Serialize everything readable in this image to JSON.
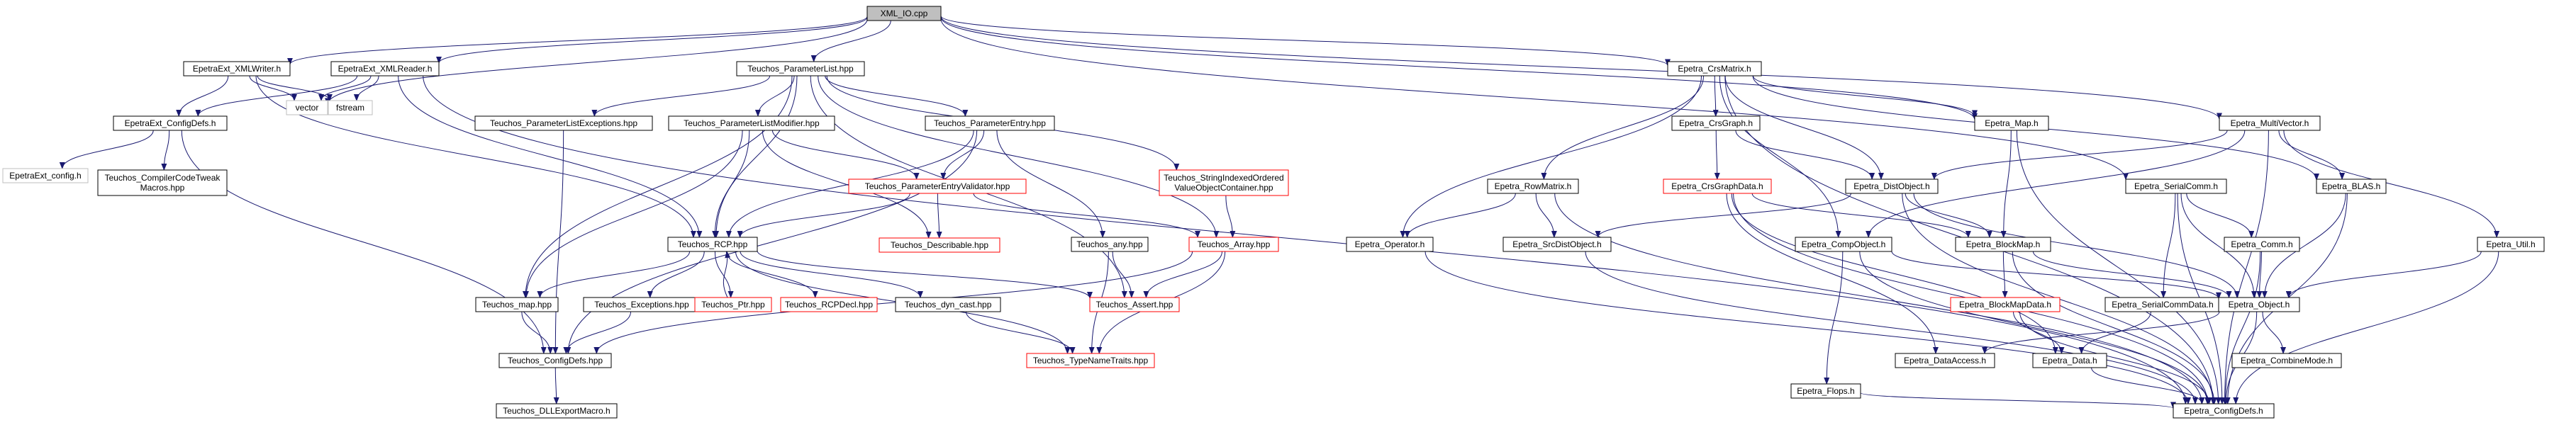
{
  "title": "XML_IO.cpp",
  "colors": {
    "root_fill": "#bfbfbf",
    "black_border": "#000000",
    "red_border": "#ff0000",
    "grey_border": "#bfbfbf",
    "edge": "#191970",
    "text": "#000000"
  },
  "nodes": [
    {
      "id": "xml_io",
      "lines": [
        "XML_IO.cpp"
      ],
      "style": "root"
    },
    {
      "id": "xmlwriter",
      "lines": [
        "EpetraExt_XMLWriter.h"
      ],
      "style": "black"
    },
    {
      "id": "xmlreader",
      "lines": [
        "EpetraExt_XMLReader.h"
      ],
      "style": "black"
    },
    {
      "id": "vector",
      "lines": [
        "vector"
      ],
      "style": "grey"
    },
    {
      "id": "fstream",
      "lines": [
        "fstream"
      ],
      "style": "grey"
    },
    {
      "id": "ext_configdefs",
      "lines": [
        "EpetraExt_ConfigDefs.h"
      ],
      "style": "black"
    },
    {
      "id": "ext_config",
      "lines": [
        "EpetraExt_config.h"
      ],
      "style": "grey"
    },
    {
      "id": "compilertweak",
      "lines": [
        "Teuchos_CompilerCodeTweak",
        "Macros.hpp"
      ],
      "style": "black"
    },
    {
      "id": "paramlist",
      "lines": [
        "Teuchos_ParameterList.hpp"
      ],
      "style": "black"
    },
    {
      "id": "paramlistexc",
      "lines": [
        "Teuchos_ParameterListExceptions.hpp"
      ],
      "style": "black"
    },
    {
      "id": "paramlistmod",
      "lines": [
        "Teuchos_ParameterListModifier.hpp"
      ],
      "style": "black"
    },
    {
      "id": "paramentry",
      "lines": [
        "Teuchos_ParameterEntry.hpp"
      ],
      "style": "black"
    },
    {
      "id": "strindexed",
      "lines": [
        "Teuchos_StringIndexedOrdered",
        "ValueObjectContainer.hpp"
      ],
      "style": "red"
    },
    {
      "id": "entryvalidator",
      "lines": [
        "Teuchos_ParameterEntryValidator.hpp"
      ],
      "style": "red"
    },
    {
      "id": "describable",
      "lines": [
        "Teuchos_Describable.hpp"
      ],
      "style": "red"
    },
    {
      "id": "any",
      "lines": [
        "Teuchos_any.hpp"
      ],
      "style": "black"
    },
    {
      "id": "array",
      "lines": [
        "Teuchos_Array.hpp"
      ],
      "style": "red"
    },
    {
      "id": "rcp",
      "lines": [
        "Teuchos_RCP.hpp"
      ],
      "style": "black"
    },
    {
      "id": "map",
      "lines": [
        "Teuchos_map.hpp"
      ],
      "style": "black"
    },
    {
      "id": "exceptions",
      "lines": [
        "Teuchos_Exceptions.hpp"
      ],
      "style": "black"
    },
    {
      "id": "ptr",
      "lines": [
        "Teuchos_Ptr.hpp"
      ],
      "style": "red"
    },
    {
      "id": "rcpdecl",
      "lines": [
        "Teuchos_RCPDecl.hpp"
      ],
      "style": "red"
    },
    {
      "id": "dyncast",
      "lines": [
        "Teuchos_dyn_cast.hpp"
      ],
      "style": "black"
    },
    {
      "id": "assert",
      "lines": [
        "Teuchos_Assert.hpp"
      ],
      "style": "red"
    },
    {
      "id": "teuchos_configdefs",
      "lines": [
        "Teuchos_ConfigDefs.hpp"
      ],
      "style": "black"
    },
    {
      "id": "typenametraits",
      "lines": [
        "Teuchos_TypeNameTraits.hpp"
      ],
      "style": "red"
    },
    {
      "id": "dllexport",
      "lines": [
        "Teuchos_DLLExportMacro.h"
      ],
      "style": "black"
    },
    {
      "id": "crsmatrix",
      "lines": [
        "Epetra_CrsMatrix.h"
      ],
      "style": "black"
    },
    {
      "id": "crsgraph",
      "lines": [
        "Epetra_CrsGraph.h"
      ],
      "style": "black"
    },
    {
      "id": "rowmatrix",
      "lines": [
        "Epetra_RowMatrix.h"
      ],
      "style": "black"
    },
    {
      "id": "operator",
      "lines": [
        "Epetra_Operator.h"
      ],
      "style": "black"
    },
    {
      "id": "srcdist",
      "lines": [
        "Epetra_SrcDistObject.h"
      ],
      "style": "black"
    },
    {
      "id": "crsgraphdata",
      "lines": [
        "Epetra_CrsGraphData.h"
      ],
      "style": "red"
    },
    {
      "id": "distobject",
      "lines": [
        "Epetra_DistObject.h"
      ],
      "style": "black"
    },
    {
      "id": "compobject",
      "lines": [
        "Epetra_CompObject.h"
      ],
      "style": "black"
    },
    {
      "id": "flops",
      "lines": [
        "Epetra_Flops.h"
      ],
      "style": "black"
    },
    {
      "id": "emap",
      "lines": [
        "Epetra_Map.h"
      ],
      "style": "black"
    },
    {
      "id": "blockmap",
      "lines": [
        "Epetra_BlockMap.h"
      ],
      "style": "black"
    },
    {
      "id": "blockmapdata",
      "lines": [
        "Epetra_BlockMapData.h"
      ],
      "style": "red"
    },
    {
      "id": "dataaccess",
      "lines": [
        "Epetra_DataAccess.h"
      ],
      "style": "black"
    },
    {
      "id": "data",
      "lines": [
        "Epetra_Data.h"
      ],
      "style": "black"
    },
    {
      "id": "multivector",
      "lines": [
        "Epetra_MultiVector.h"
      ],
      "style": "black"
    },
    {
      "id": "serialcomm",
      "lines": [
        "Epetra_SerialComm.h"
      ],
      "style": "black"
    },
    {
      "id": "serialcommdata",
      "lines": [
        "Epetra_SerialCommData.h"
      ],
      "style": "black"
    },
    {
      "id": "comm",
      "lines": [
        "Epetra_Comm.h"
      ],
      "style": "black"
    },
    {
      "id": "blas",
      "lines": [
        "Epetra_BLAS.h"
      ],
      "style": "black"
    },
    {
      "id": "util",
      "lines": [
        "Epetra_Util.h"
      ],
      "style": "black"
    },
    {
      "id": "object",
      "lines": [
        "Epetra_Object.h"
      ],
      "style": "black"
    },
    {
      "id": "combinemode",
      "lines": [
        "Epetra_CombineMode.h"
      ],
      "style": "black"
    },
    {
      "id": "epetra_configdefs",
      "lines": [
        "Epetra_ConfigDefs.h"
      ],
      "style": "black"
    }
  ],
  "edges": [
    [
      "xml_io",
      "xmlwriter"
    ],
    [
      "xml_io",
      "xmlreader"
    ],
    [
      "xml_io",
      "vector"
    ],
    [
      "xml_io",
      "paramlist"
    ],
    [
      "xml_io",
      "crsmatrix"
    ],
    [
      "xml_io",
      "emap"
    ],
    [
      "xml_io",
      "multivector"
    ],
    [
      "xml_io",
      "serialcomm"
    ],
    [
      "xmlwriter",
      "ext_configdefs"
    ],
    [
      "xmlwriter",
      "vector"
    ],
    [
      "xmlwriter",
      "fstream"
    ],
    [
      "xmlwriter",
      "rcp"
    ],
    [
      "xmlreader",
      "ext_configdefs"
    ],
    [
      "xmlreader",
      "vector"
    ],
    [
      "xmlreader",
      "fstream"
    ],
    [
      "xmlreader",
      "rcp"
    ],
    [
      "xmlreader",
      "epetra_configdefs"
    ],
    [
      "ext_configdefs",
      "ext_config"
    ],
    [
      "ext_configdefs",
      "compilertweak"
    ],
    [
      "ext_configdefs",
      "teuchos_configdefs"
    ],
    [
      "paramlist",
      "paramlistexc"
    ],
    [
      "paramlist",
      "paramlistmod"
    ],
    [
      "paramlist",
      "paramentry"
    ],
    [
      "paramlist",
      "strindexed"
    ],
    [
      "paramlist",
      "rcp"
    ],
    [
      "paramlist",
      "map"
    ],
    [
      "paramlist",
      "array"
    ],
    [
      "paramlist",
      "assert"
    ],
    [
      "paramlistexc",
      "teuchos_configdefs"
    ],
    [
      "paramlistmod",
      "rcp"
    ],
    [
      "paramlistmod",
      "entryvalidator"
    ],
    [
      "paramlistmod",
      "describable"
    ],
    [
      "paramlistmod",
      "map"
    ],
    [
      "paramentry",
      "entryvalidator"
    ],
    [
      "paramentry",
      "any"
    ],
    [
      "paramentry",
      "rcp"
    ],
    [
      "paramentry",
      "teuchos_configdefs"
    ],
    [
      "strindexed",
      "array"
    ],
    [
      "entryvalidator",
      "describable"
    ],
    [
      "entryvalidator",
      "rcp"
    ],
    [
      "entryvalidator",
      "array"
    ],
    [
      "any",
      "assert"
    ],
    [
      "any",
      "typenametraits"
    ],
    [
      "array",
      "assert"
    ],
    [
      "array",
      "teuchos_configdefs"
    ],
    [
      "array",
      "typenametraits"
    ],
    [
      "rcp",
      "map"
    ],
    [
      "rcp",
      "exceptions"
    ],
    [
      "rcp",
      "ptr"
    ],
    [
      "rcp",
      "rcpdecl"
    ],
    [
      "rcp",
      "dyncast"
    ],
    [
      "rcp",
      "assert"
    ],
    [
      "rcp",
      "typenametraits"
    ],
    [
      "ptr",
      "rcp"
    ],
    [
      "map",
      "teuchos_configdefs"
    ],
    [
      "exceptions",
      "teuchos_configdefs"
    ],
    [
      "dyncast",
      "typenametraits"
    ],
    [
      "teuchos_configdefs",
      "dllexport"
    ],
    [
      "crsmatrix",
      "crsgraph"
    ],
    [
      "crsmatrix",
      "rowmatrix"
    ],
    [
      "crsmatrix",
      "operator"
    ],
    [
      "crsmatrix",
      "distobject"
    ],
    [
      "crsmatrix",
      "compobject"
    ],
    [
      "crsmatrix",
      "emap"
    ],
    [
      "crsmatrix",
      "blas"
    ],
    [
      "crsmatrix",
      "epetra_configdefs"
    ],
    [
      "crsgraph",
      "crsgraphdata"
    ],
    [
      "crsgraph",
      "distobject"
    ],
    [
      "rowmatrix",
      "operator"
    ],
    [
      "rowmatrix",
      "srcdist"
    ],
    [
      "rowmatrix",
      "epetra_configdefs"
    ],
    [
      "operator",
      "epetra_configdefs"
    ],
    [
      "srcdist",
      "epetra_configdefs"
    ],
    [
      "crsgraphdata",
      "blockmap"
    ],
    [
      "crsgraphdata",
      "data"
    ],
    [
      "crsgraphdata",
      "dataaccess"
    ],
    [
      "crsgraphdata",
      "epetra_configdefs"
    ],
    [
      "distobject",
      "srcdist"
    ],
    [
      "distobject",
      "blockmap"
    ],
    [
      "distobject",
      "object"
    ],
    [
      "distobject",
      "epetra_configdefs"
    ],
    [
      "compobject",
      "flops"
    ],
    [
      "compobject",
      "object"
    ],
    [
      "compobject",
      "epetra_configdefs"
    ],
    [
      "emap",
      "blockmap"
    ],
    [
      "emap",
      "epetra_configdefs"
    ],
    [
      "blockmap",
      "blockmapdata"
    ],
    [
      "blockmap",
      "object"
    ],
    [
      "blockmap",
      "epetra_configdefs"
    ],
    [
      "blockmapdata",
      "data"
    ],
    [
      "blockmapdata",
      "epetra_configdefs"
    ],
    [
      "multivector",
      "distobject"
    ],
    [
      "multivector",
      "compobject"
    ],
    [
      "multivector",
      "blas"
    ],
    [
      "multivector",
      "util"
    ],
    [
      "multivector",
      "epetra_configdefs"
    ],
    [
      "serialcomm",
      "serialcommdata"
    ],
    [
      "serialcomm",
      "comm"
    ],
    [
      "serialcomm",
      "object"
    ],
    [
      "serialcomm",
      "epetra_configdefs"
    ],
    [
      "serialcommdata",
      "data"
    ],
    [
      "comm",
      "object"
    ],
    [
      "comm",
      "epetra_configdefs"
    ],
    [
      "blas",
      "object"
    ],
    [
      "blas",
      "epetra_configdefs"
    ],
    [
      "util",
      "object"
    ],
    [
      "util",
      "epetra_configdefs"
    ],
    [
      "object",
      "combinemode"
    ],
    [
      "object",
      "dataaccess"
    ],
    [
      "object",
      "epetra_configdefs"
    ],
    [
      "data",
      "epetra_configdefs"
    ],
    [
      "flops",
      "epetra_configdefs"
    ]
  ]
}
